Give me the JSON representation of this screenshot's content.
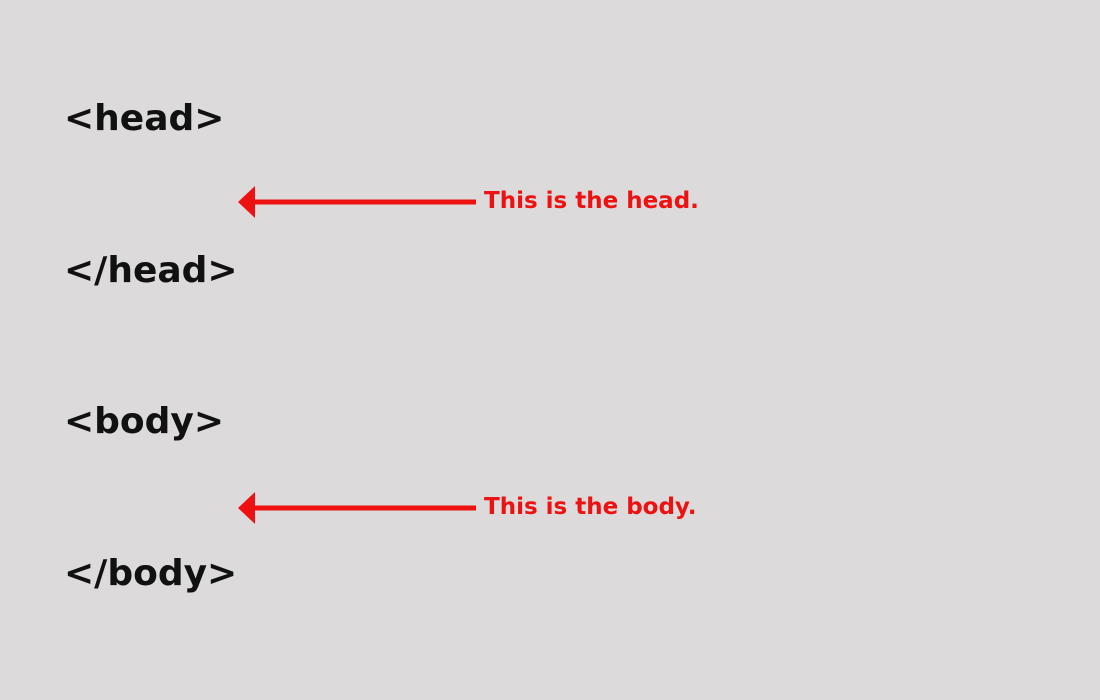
{
  "tags": {
    "head_open": "<head>",
    "head_close": "</head>",
    "body_open": "<body>",
    "body_close": "</body>"
  },
  "annotations": {
    "head": "This is the head.",
    "body": "This is the body."
  },
  "colors": {
    "background": "#dcdadb",
    "tag_text": "#111111",
    "annotation": "#ee1111"
  }
}
